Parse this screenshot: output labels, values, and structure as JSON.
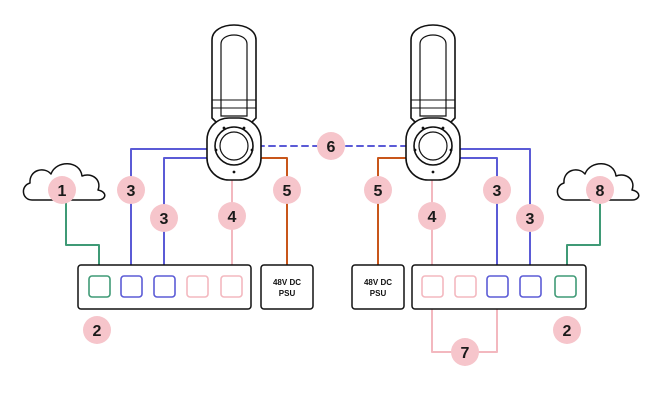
{
  "colors": {
    "ethernet_uplink": "#3f9a76",
    "robot_link": "#5b5bd6",
    "pink_link": "#f3b8bf",
    "power": "#c8561a",
    "badge_fill": "#f6c5cb",
    "outline": "#111111"
  },
  "icons": {
    "cloud_left": "cloud-icon",
    "cloud_right": "cloud-icon",
    "robot_left": "robot-arm-icon",
    "robot_right": "robot-arm-icon"
  },
  "labels": {
    "b1": "1",
    "b2_left": "2",
    "b2_right": "2",
    "b3_l1": "3",
    "b3_l2": "3",
    "b3_r1": "3",
    "b3_r2": "3",
    "b4_left": "4",
    "b4_right": "4",
    "b5_left": "5",
    "b5_right": "5",
    "b6": "6",
    "b7": "7",
    "b8": "8"
  },
  "psu_left": {
    "line1": "48V DC",
    "line2": "PSU"
  },
  "psu_right": {
    "line1": "48V DC",
    "line2": "PSU"
  }
}
